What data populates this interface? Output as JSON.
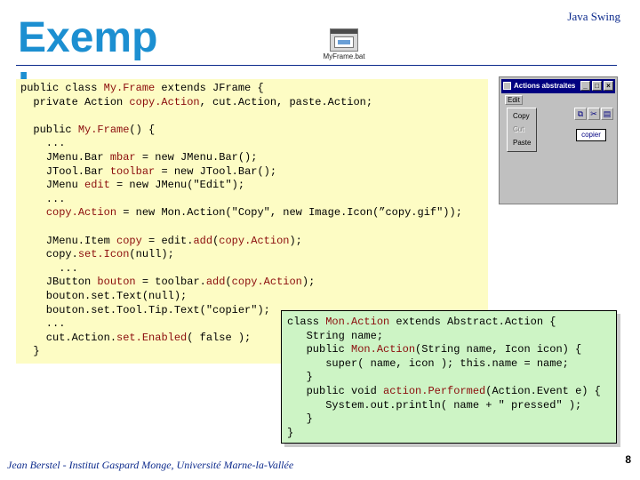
{
  "header": {
    "title": "Exemple",
    "subtitle": "Java Swing"
  },
  "file_icon": {
    "caption": "MyFrame.bat"
  },
  "main_code": [
    [
      {
        "t": "public class "
      },
      {
        "t": "My.Frame",
        "h": 1
      },
      {
        "t": " extends JFrame {"
      }
    ],
    [
      {
        "t": "  private Action "
      },
      {
        "t": "copy.Action",
        "h": 1
      },
      {
        "t": ", cut.Action, paste.Action;"
      }
    ],
    [
      {
        "t": ""
      }
    ],
    [
      {
        "t": "  public "
      },
      {
        "t": "My.Frame",
        "h": 1
      },
      {
        "t": "() {"
      }
    ],
    [
      {
        "t": "    ..."
      }
    ],
    [
      {
        "t": "    JMenu.Bar "
      },
      {
        "t": "mbar",
        "h": 1
      },
      {
        "t": " = new JMenu.Bar();"
      }
    ],
    [
      {
        "t": "    JTool.Bar "
      },
      {
        "t": "toolbar",
        "h": 1
      },
      {
        "t": " = new JTool.Bar();"
      }
    ],
    [
      {
        "t": "    JMenu "
      },
      {
        "t": "edit",
        "h": 1
      },
      {
        "t": " = new JMenu(\"Edit\");"
      }
    ],
    [
      {
        "t": "    ..."
      }
    ],
    [
      {
        "t": "    "
      },
      {
        "t": "copy.Action",
        "h": 1
      },
      {
        "t": " = new Mon.Action(\"Copy\", new Image.Icon(”copy.gif\")); "
      }
    ],
    [
      {
        "t": ""
      }
    ],
    [
      {
        "t": "    JMenu.Item "
      },
      {
        "t": "copy",
        "h": 1
      },
      {
        "t": " = edit."
      },
      {
        "t": "add",
        "h": 1
      },
      {
        "t": "("
      },
      {
        "t": "copy.Action",
        "h": 1
      },
      {
        "t": ");"
      }
    ],
    [
      {
        "t": "    copy."
      },
      {
        "t": "set.Icon",
        "h": 1
      },
      {
        "t": "(null);"
      }
    ],
    [
      {
        "t": "      ..."
      }
    ],
    [
      {
        "t": "    JButton "
      },
      {
        "t": "bouton",
        "h": 1
      },
      {
        "t": " = toolbar."
      },
      {
        "t": "add",
        "h": 1
      },
      {
        "t": "("
      },
      {
        "t": "copy.Action",
        "h": 1
      },
      {
        "t": ");"
      }
    ],
    [
      {
        "t": "    bouton.set.Text(null);"
      }
    ],
    [
      {
        "t": "    bouton.set.Tool.Tip.Text(\"copier\");"
      }
    ],
    [
      {
        "t": "    ..."
      }
    ],
    [
      {
        "t": "    cut.Action."
      },
      {
        "t": "set.Enabled",
        "h": 1
      },
      {
        "t": "( false );"
      }
    ],
    [
      {
        "t": "  }"
      }
    ]
  ],
  "screenshot": {
    "title": "Actions abstraites",
    "menu": "Edit",
    "items": [
      "Copy",
      "Cut",
      "Paste"
    ],
    "button_text": "copier"
  },
  "box_code": [
    [
      {
        "t": "class "
      },
      {
        "t": "Mon.Action",
        "h": 1
      },
      {
        "t": " extends Abstract.Action {"
      }
    ],
    [
      {
        "t": "   String name;"
      }
    ],
    [
      {
        "t": "   public "
      },
      {
        "t": "Mon.Action",
        "h": 1
      },
      {
        "t": "(String name, Icon icon) {"
      }
    ],
    [
      {
        "t": "      super( name, icon ); this.name = name;"
      }
    ],
    [
      {
        "t": "   }"
      }
    ],
    [
      {
        "t": "   public void "
      },
      {
        "t": "action.Performed",
        "h": 1
      },
      {
        "t": "(Action.Event e) {"
      }
    ],
    [
      {
        "t": "      System.out.println( name + \" pressed\" );"
      }
    ],
    [
      {
        "t": "   }"
      }
    ],
    [
      {
        "t": "}"
      }
    ]
  ],
  "footer": {
    "author": "Jean Berstel  -   Institut Gaspard Monge, Université Marne-la-Vallée",
    "page": "8"
  }
}
